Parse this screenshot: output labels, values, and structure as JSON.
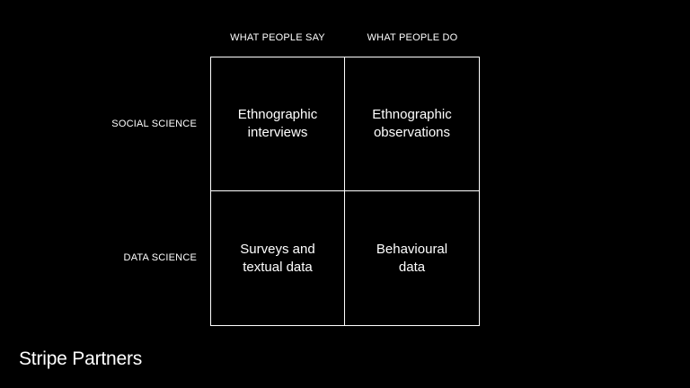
{
  "columns": {
    "say": "WHAT PEOPLE SAY",
    "do": "WHAT PEOPLE DO"
  },
  "rows": {
    "social": "SOCIAL SCIENCE",
    "data": "DATA SCIENCE"
  },
  "cells": {
    "social_say": [
      "Ethnographic",
      "interviews"
    ],
    "social_do": [
      "Ethnographic",
      "observations"
    ],
    "data_say": [
      "Surveys and",
      "textual data"
    ],
    "data_do": [
      "Behavioural",
      "data"
    ]
  },
  "brand": "Stripe Partners",
  "colors": {
    "background": "#000000",
    "foreground": "#ffffff"
  }
}
